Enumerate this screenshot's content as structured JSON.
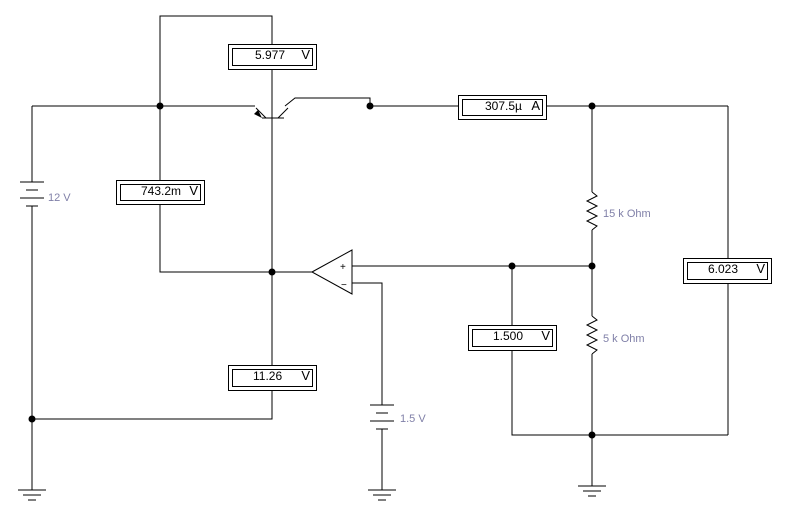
{
  "meters": {
    "vce": {
      "value": "5.977",
      "unit": "V"
    },
    "current": {
      "value": "307.5µ",
      "unit": "A"
    },
    "vbe": {
      "value": "743.2m",
      "unit": "V"
    },
    "vout": {
      "value": "6.023",
      "unit": "V"
    },
    "vref": {
      "value": "1.500",
      "unit": "V"
    },
    "vin": {
      "value": "11.26",
      "unit": "V"
    }
  },
  "labels": {
    "battery_main": "12 V",
    "battery_ref": "1.5 V",
    "r_top": "15 k Ohm",
    "r_bottom": "5 k Ohm",
    "opamp_plus": "+",
    "opamp_minus": "−"
  }
}
